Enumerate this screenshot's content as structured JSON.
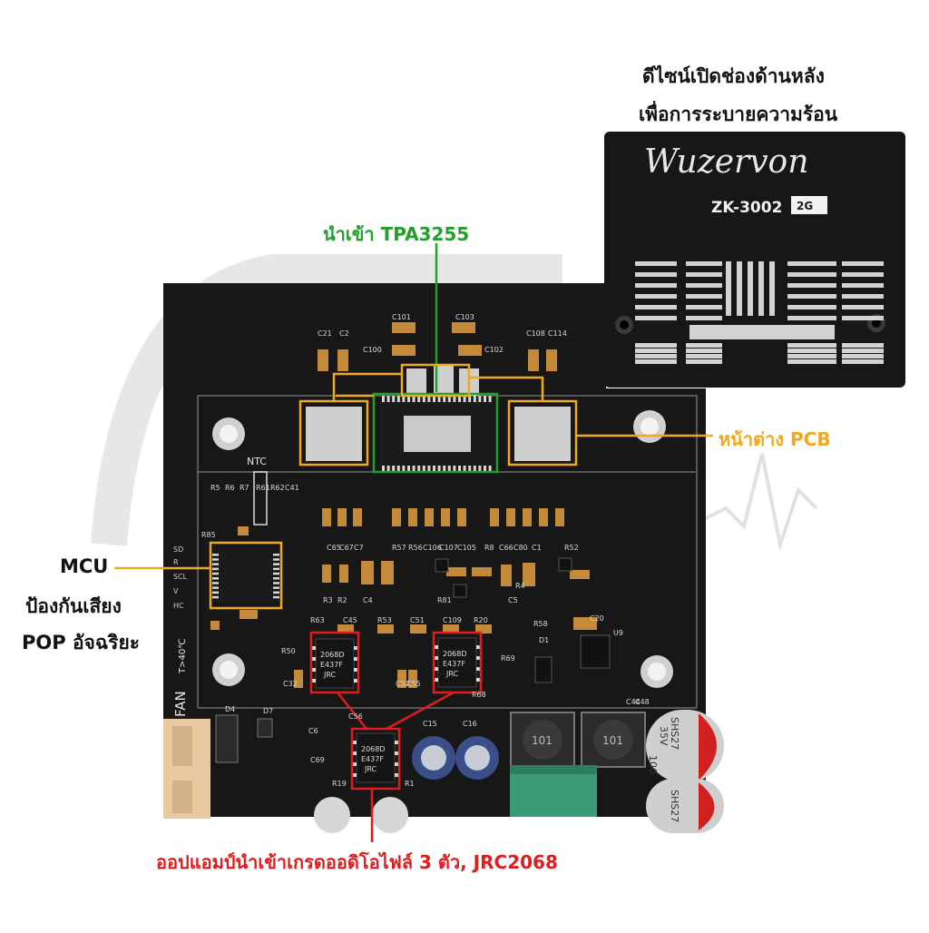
{
  "captions": {
    "heat_vent_line1": "ดีไซน์เปิดช่องด้านหลัง",
    "heat_vent_line2": "เพื่อการระบายความร้อน",
    "amp_chip": "นำเข้า TPA3255",
    "pcb_window": "หน้าต่าง PCB",
    "mcu_line1": "MCU",
    "mcu_line2": "ป้องกันเสียง",
    "mcu_line3": "POP อัจฉริยะ",
    "opamp": "ออปแอมป์นำเข้าเกรดออดิโอไฟล์ 3 ตัว, JRC2068"
  },
  "back_panel": {
    "brand": "Wuzervon",
    "model": "ZK-3002",
    "model_badge": "2G"
  },
  "board_labels": {
    "ntc": "NTC",
    "fan": "FAN",
    "fan_temp": "T>40℃",
    "opamp_chip_line1": "2068D",
    "opamp_chip_line2": "E437F",
    "opamp_chip_line3": "JRC",
    "inductor": "101",
    "cap_rating1": "SHS27",
    "cap_rating2": "35V",
    "cap_rating3": "100",
    "pins": [
      "SD",
      "R",
      "SCL",
      "V",
      "HC"
    ],
    "refs": [
      "C101",
      "C103",
      "C100",
      "C102",
      "C21",
      "C2",
      "C108",
      "C114",
      "R5",
      "R6",
      "R7",
      "R61",
      "R62",
      "C41",
      "R85",
      "R3",
      "R2",
      "C45",
      "R53",
      "C51",
      "C109",
      "R20",
      "R63",
      "C32",
      "R50",
      "C52",
      "C55",
      "C56",
      "C15",
      "C16",
      "R58",
      "D1",
      "C20",
      "U9",
      "C6",
      "R19",
      "R1",
      "D7",
      "D4",
      "C69",
      "C65",
      "C67",
      "C7",
      "R57",
      "R56",
      "C106",
      "C107",
      "C105",
      "R8",
      "C66",
      "C80",
      "R52",
      "C1",
      "R4",
      "C4",
      "C5",
      "R81",
      "R68",
      "R69",
      "C44",
      "C48"
    ]
  },
  "colors": {
    "board": "#171717",
    "annotation_green": "#22a02a",
    "annotation_orange": "#f0a81c",
    "annotation_red": "#e01c1c",
    "pad_silver": "#cfcfcf",
    "cap_red": "#d02020",
    "cap_blue": "#3a4f8a",
    "terminal_green": "#3b9b74",
    "connector_beige": "#e8c9a0"
  }
}
